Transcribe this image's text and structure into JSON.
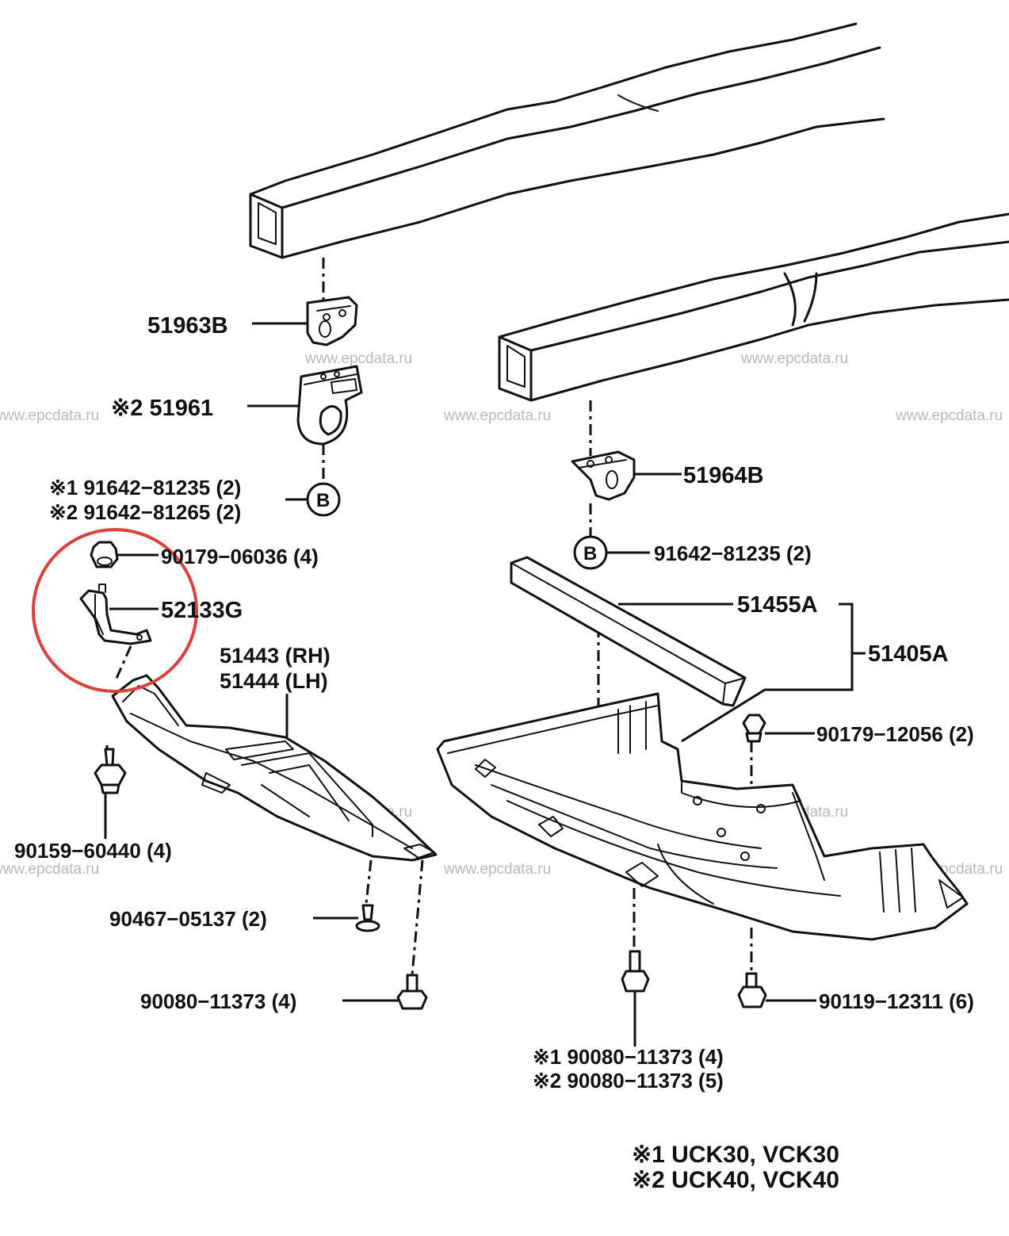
{
  "watermark": "www.epcdata.ru",
  "highlight_color": "#d9413a",
  "line_color": "#111111",
  "parts": {
    "p51963B": "51963B",
    "p51961": "※2 51961",
    "p91642_1": "※1 91642−81235 (2)",
    "p91642_2": "※2 91642−81265 (2)",
    "p90179_06036": "90179−06036 (4)",
    "p52133G": "52133G",
    "p51443": "51443 (RH)",
    "p51444": "51444 (LH)",
    "p90159": "90159−60440 (4)",
    "p90467": "90467−05137 (2)",
    "p90080_left": "90080−11373 (4)",
    "p51964B": "51964B",
    "p91642_right": "91642−81235 (2)",
    "p51455A": "51455A",
    "p51405A": "51405A",
    "p90179_12056": "90179−12056 (2)",
    "p90119": "90119−12311 (6)",
    "p90080_bottom_1": "※1 90080−11373 (4)",
    "p90080_bottom_2": "※2 90080−11373 (5)"
  },
  "ref_bubble": "B",
  "notes": {
    "note1": "※1 UCK30, VCK30",
    "note2": "※2 UCK40, VCK40"
  }
}
